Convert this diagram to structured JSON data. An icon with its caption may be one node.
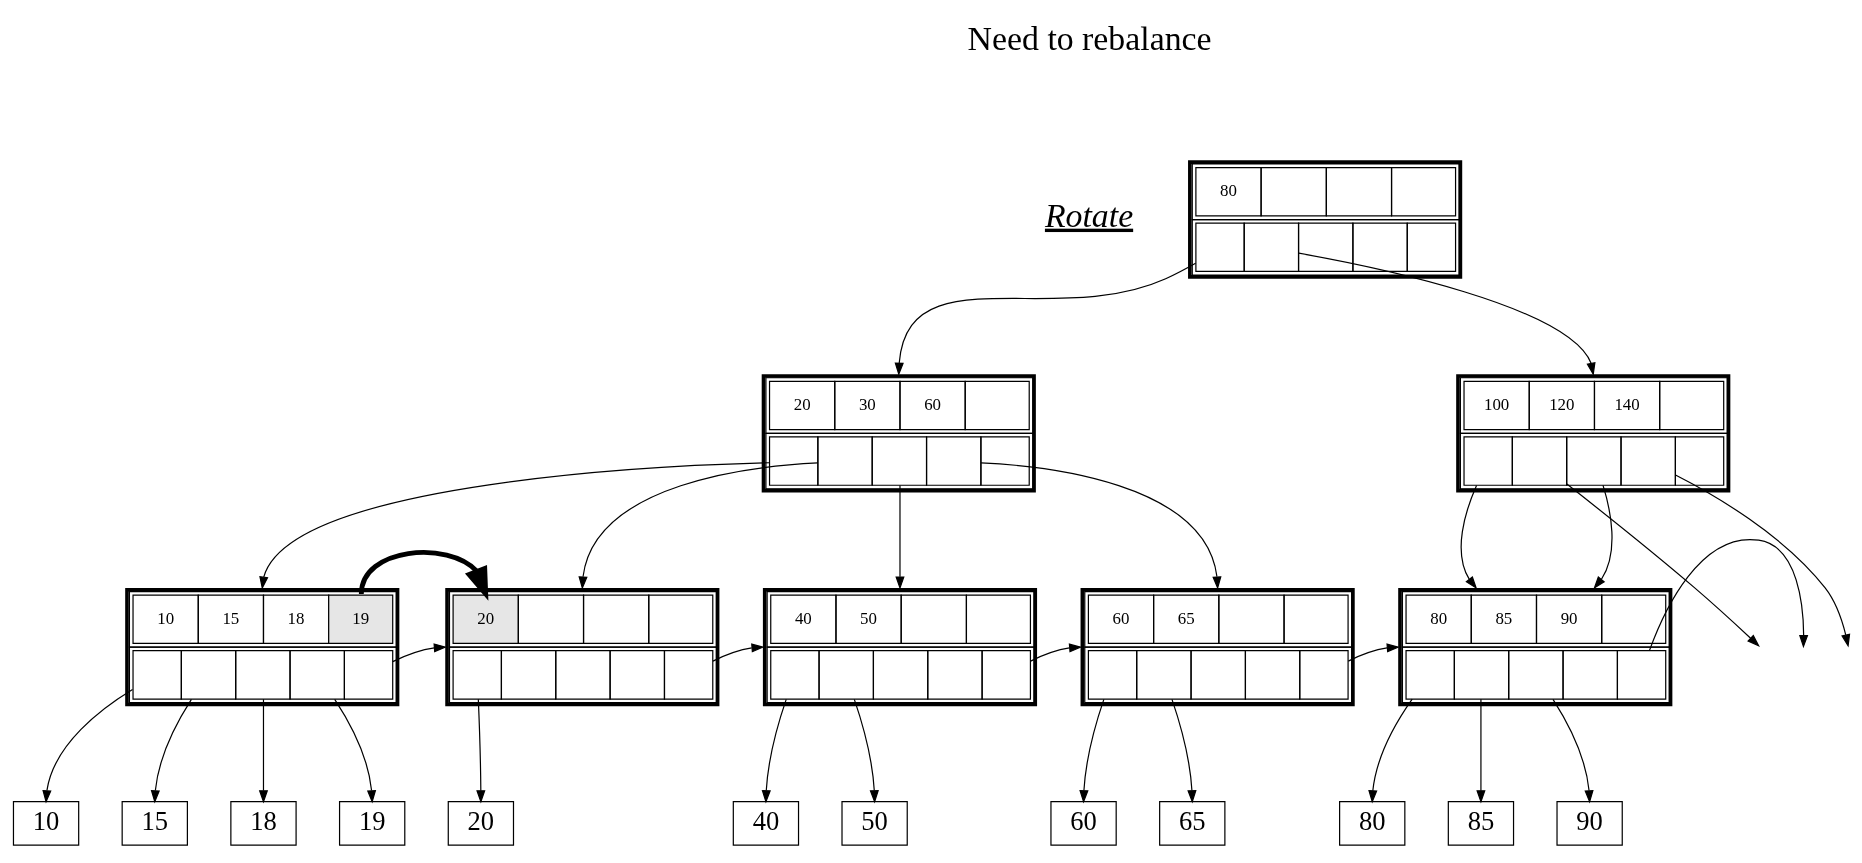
{
  "diagram": {
    "nodes": [
      {
        "text": [
          "80"
        ]
      },
      {
        "text": [
          "20",
          "30",
          "60"
        ]
      },
      {
        "text": [
          "100",
          "120",
          "140"
        ]
      },
      {
        "text": [
          "10",
          "15",
          "18",
          "19"
        ]
      },
      {
        "text": [
          "20"
        ]
      },
      {
        "text": [
          "40",
          "50"
        ]
      },
      {
        "text": [
          "60",
          "65"
        ]
      },
      {
        "text": [
          "80",
          "85",
          "90"
        ]
      },
      {
        "text": [
          "10"
        ]
      },
      {
        "text": [
          "15"
        ]
      },
      {
        "text": [
          "18"
        ]
      },
      {
        "text": [
          "19"
        ]
      },
      {
        "text": [
          "20"
        ]
      },
      {
        "text": [
          "40"
        ]
      },
      {
        "text": [
          "50"
        ]
      },
      {
        "text": [
          "60"
        ]
      },
      {
        "text": [
          "65"
        ]
      },
      {
        "text": [
          "80"
        ]
      },
      {
        "text": [
          "85"
        ]
      },
      {
        "text": [
          "90"
        ]
      }
    ],
    "edges": [
      {
        "from": 0,
        "to": 1,
        "arrow": "to"
      },
      {
        "from": 0,
        "to": 2,
        "arrow": "to"
      },
      {
        "from": 1,
        "to": 3,
        "arrow": "to"
      },
      {
        "from": 1,
        "to": 4,
        "arrow": "to"
      },
      {
        "from": 1,
        "to": 5,
        "arrow": "to"
      },
      {
        "from": 1,
        "to": 6,
        "arrow": "to"
      },
      {
        "from": 2,
        "to": 7,
        "arrow": "to"
      },
      {
        "from": 2,
        "to": null,
        "arrow": "to"
      },
      {
        "from": 2,
        "to": 7,
        "arrow": "to"
      },
      {
        "from": 2,
        "to": null,
        "arrow": "to"
      },
      {
        "from": 3,
        "to": 4,
        "arrow": "to",
        "style": "thick"
      },
      {
        "from": 3,
        "to": 4,
        "arrow": "to"
      },
      {
        "from": 4,
        "to": 5,
        "arrow": "to"
      },
      {
        "from": 5,
        "to": 6,
        "arrow": "to"
      },
      {
        "from": 6,
        "to": 7,
        "arrow": "to"
      },
      {
        "from": 7,
        "to": null,
        "arrow": "to"
      },
      {
        "from": 3,
        "to": 8,
        "arrow": "to"
      },
      {
        "from": 3,
        "to": 9,
        "arrow": "to"
      },
      {
        "from": 3,
        "to": 10,
        "arrow": "to"
      },
      {
        "from": 3,
        "to": 11,
        "arrow": "to"
      },
      {
        "from": 4,
        "to": 12,
        "arrow": "to"
      },
      {
        "from": 5,
        "to": 13,
        "arrow": "to"
      },
      {
        "from": 5,
        "to": 14,
        "arrow": "to"
      },
      {
        "from": 6,
        "to": 15,
        "arrow": "to"
      },
      {
        "from": 6,
        "to": 16,
        "arrow": "to"
      },
      {
        "from": 7,
        "to": 17,
        "arrow": "to"
      },
      {
        "from": 7,
        "to": 18,
        "arrow": "to"
      },
      {
        "from": 7,
        "to": 19,
        "arrow": "to"
      }
    ],
    "labels": [
      "Need to rebalance",
      "Rotate"
    ]
  }
}
